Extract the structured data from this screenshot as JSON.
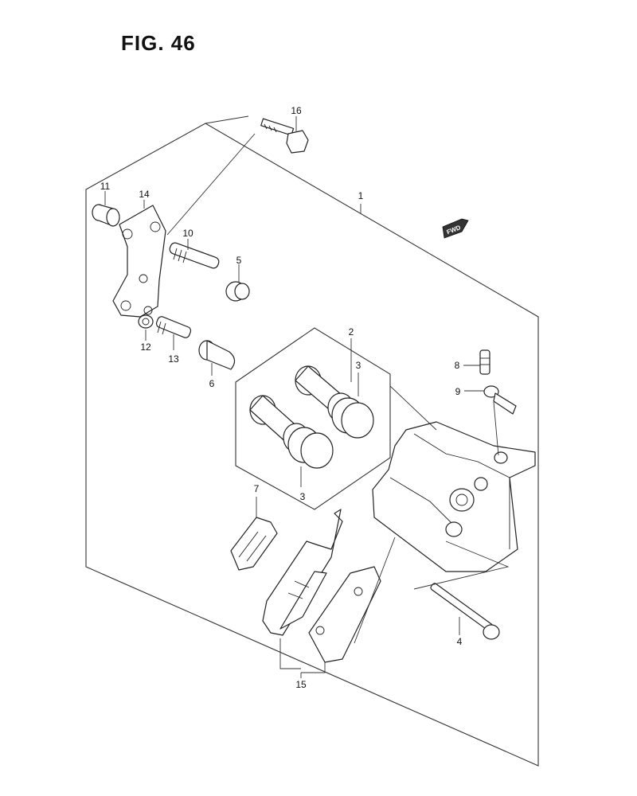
{
  "figure": {
    "title": "FIG. 46"
  },
  "fwd_marker": {
    "label": "FWD"
  },
  "callouts": [
    {
      "id": "c1",
      "label": "1"
    },
    {
      "id": "c2",
      "label": "2"
    },
    {
      "id": "c3a",
      "label": "3"
    },
    {
      "id": "c3b",
      "label": "3"
    },
    {
      "id": "c4",
      "label": "4"
    },
    {
      "id": "c5",
      "label": "5"
    },
    {
      "id": "c6",
      "label": "6"
    },
    {
      "id": "c7",
      "label": "7"
    },
    {
      "id": "c8",
      "label": "8"
    },
    {
      "id": "c9",
      "label": "9"
    },
    {
      "id": "c10",
      "label": "10"
    },
    {
      "id": "c11",
      "label": "11"
    },
    {
      "id": "c12",
      "label": "12"
    },
    {
      "id": "c13",
      "label": "13"
    },
    {
      "id": "c14",
      "label": "14"
    },
    {
      "id": "c15",
      "label": "15"
    },
    {
      "id": "c16",
      "label": "16"
    }
  ]
}
